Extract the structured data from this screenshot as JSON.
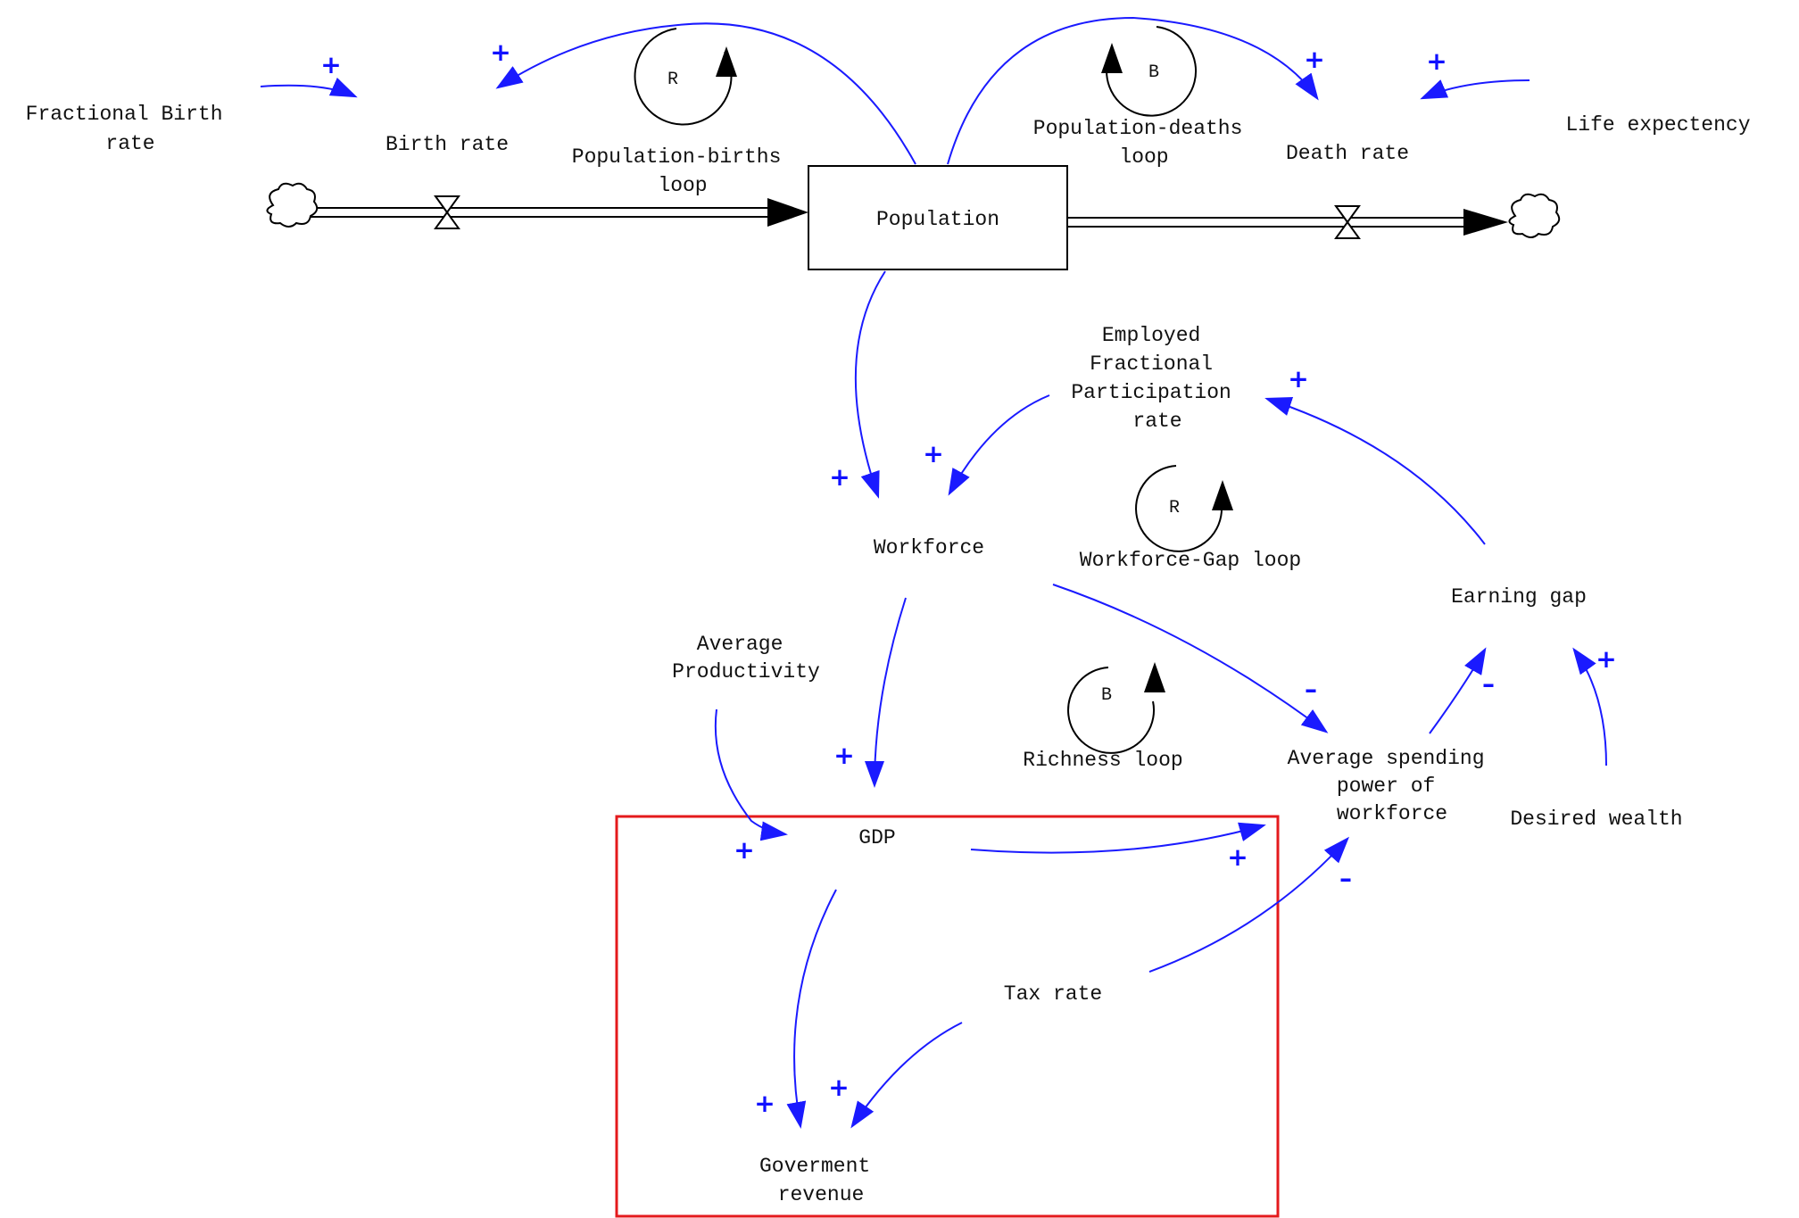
{
  "colors": {
    "link": "#1a1aff",
    "polarity": "#1010ff",
    "highlight": "#e41a1c",
    "ink": "#111111"
  },
  "stock": {
    "label": "Population"
  },
  "flows": {
    "birth": "Birth rate",
    "death": "Death rate"
  },
  "variables": {
    "fractional_birth": [
      "Fractional Birth",
      "rate"
    ],
    "life_expectency": "Life expectency",
    "employed_fpr": [
      "Employed",
      "Fractional",
      "Participation",
      "rate"
    ],
    "workforce": "Workforce",
    "earning_gap": "Earning gap",
    "avg_productivity": [
      "Average",
      "Productivity"
    ],
    "gdp": "GDP",
    "avg_spending": [
      "Average spending",
      "power of",
      "workforce"
    ],
    "desired_wealth": "Desired wealth",
    "tax_rate": "Tax rate",
    "gov_revenue": [
      "Goverment",
      "revenue"
    ]
  },
  "loops": {
    "births": {
      "symbol": "R",
      "name": [
        "Population-births",
        "loop"
      ]
    },
    "deaths": {
      "symbol": "B",
      "name": [
        "Population-deaths",
        "loop"
      ]
    },
    "workforce_gap": {
      "symbol": "R",
      "name": [
        "Workforce-Gap loop"
      ]
    },
    "richness": {
      "symbol": "B",
      "name": [
        "Richness loop"
      ]
    }
  },
  "polarity": {
    "plus": "+",
    "minus": "–"
  }
}
